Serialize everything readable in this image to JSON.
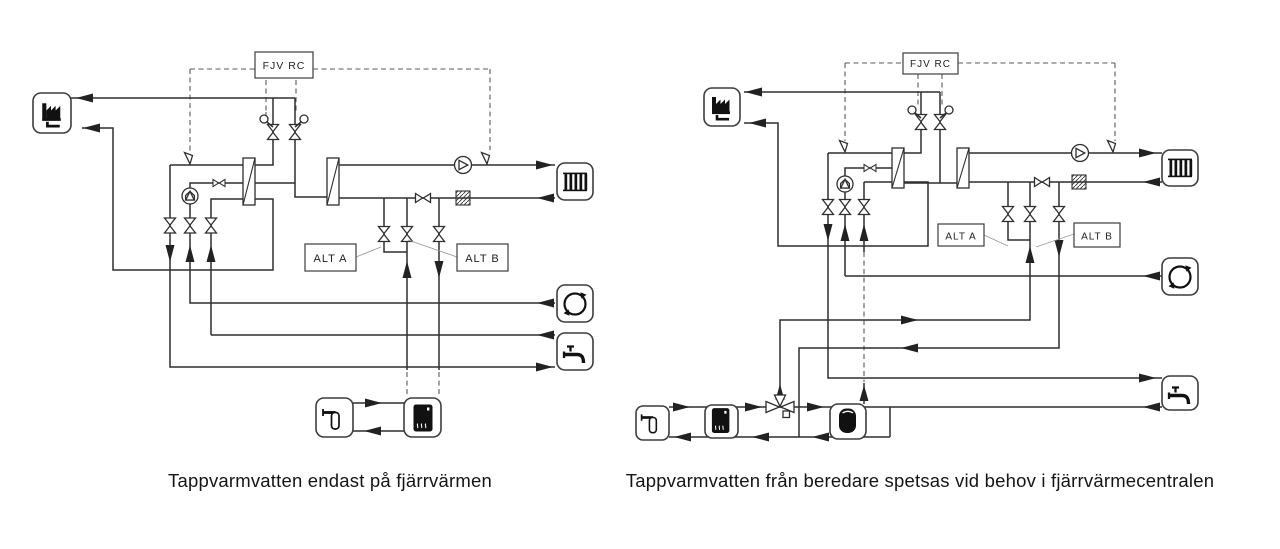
{
  "captions": {
    "left": "Tappvarmvatten endast på fjärrvärmen",
    "right": "Tappvarmvatten från beredare spetsas vid behov i fjärrvärmecentralen"
  },
  "labels": {
    "left": {
      "controller": "FJV RC",
      "alt_a": "ALT A",
      "alt_b": "ALT B"
    },
    "right": {
      "controller": "FJV RC",
      "alt_a": "ALT A",
      "alt_b": "ALT B"
    }
  },
  "icons": {
    "left": [
      "district-heating-plant",
      "radiator",
      "hot-water-circulation",
      "tap-faucet",
      "immersion-heater",
      "electric-boiler"
    ],
    "right": [
      "district-heating-plant",
      "radiator",
      "hot-water-circulation",
      "tap-faucet",
      "immersion-heater",
      "electric-boiler",
      "storage-tank",
      "mixing-valve"
    ]
  },
  "colors": {
    "background": "#ffffff",
    "line": "#2e2e2e",
    "dashed_line": "#5a5a5a",
    "glyph": "#111111",
    "caption_text": "#151515"
  }
}
